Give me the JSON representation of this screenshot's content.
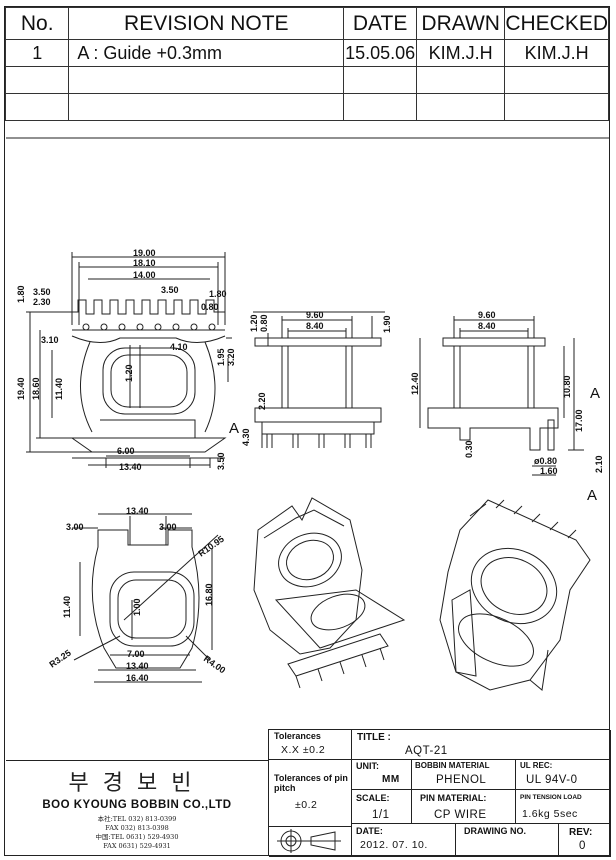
{
  "revision_table": {
    "headers": {
      "no": "No.",
      "note": "REVISION NOTE",
      "date": "DATE",
      "drawn": "DRAWN",
      "checked": "CHECKED"
    },
    "rows": [
      {
        "no": "1",
        "note": "A : Guide +0.3mm",
        "date": "15.05.06",
        "drawn": "KIM.J.H",
        "checked": "KIM.J.H"
      }
    ]
  },
  "dimensions": {
    "d19": "19.00",
    "d1810": "18.10",
    "d14": "14.00",
    "d350a": "3.50",
    "d350b": "3.50",
    "d230": "2.30",
    "d180a": "1.80",
    "d180b": "1.80",
    "d080a": "0.80",
    "d310": "3.10",
    "d410": "4.10",
    "d195": "1.95",
    "d320": "3.20",
    "d120a": "1.20",
    "d1940": "19.40",
    "d1860": "18.60",
    "d1140a": "11.40",
    "d600": "6.00",
    "d1340a": "13.40",
    "d350c": "3.50",
    "d120b": "1.20",
    "d080b": "0.80",
    "d960a": "9.60",
    "d840a": "8.40",
    "d190": "1.90",
    "d220": "2.20",
    "d430": "4.30",
    "d960b": "9.60",
    "d840b": "8.40",
    "d1240": "12.40",
    "d1080": "10.80",
    "d1700": "17.00",
    "d030": "0.30",
    "d080dia": "ø0.80",
    "d160": "1.60",
    "d210": "2.10",
    "d1340b": "13.40",
    "d300a": "3.00",
    "d300b": "3.00",
    "r1095": "R10.95",
    "d1140b": "11.40",
    "d1680": "16.80",
    "d100": "1.00",
    "r325": "R3.25",
    "d700": "7.00",
    "d1340c": "13.40",
    "d1640": "16.40",
    "r400": "R4.00"
  },
  "section_labels": {
    "a1": "A",
    "a2": "A",
    "a3": "A"
  },
  "title_block": {
    "tolerance_label": "Tolerances",
    "tolerance_value": "X.X  ±0.2",
    "pin_tol_label": "Tolerances of pin pitch",
    "pin_tol_value": "±0.2",
    "title_label": "TITLE :",
    "title_value": "AQT-21",
    "unit_label": "UNIT:",
    "unit_value": "MM",
    "bobbin_mat_label": "BOBBIN MATERIAL",
    "bobbin_mat_value": "PHENOL",
    "ul_label": "UL REC:",
    "ul_value": "UL 94V-0",
    "scale_label": "SCALE:",
    "scale_value": "1/1",
    "pin_mat_label": "PIN MATERIAL:",
    "pin_mat_value": "CP WIRE",
    "pin_load_label": "PIN TENSION LOAD",
    "pin_load_value": "1.6kg 5sec",
    "date_label": "DATE:",
    "date_value": "2012. 07. 10.",
    "drawing_no_label": "DRAWING NO.",
    "rev_label": "REV:",
    "rev_value": "0"
  },
  "company": {
    "name_kr": "부경보빈",
    "name_en": "BOO KYOUNG BOBBIN CO.,LTD",
    "addr1": "本社:TEL  032) 813-0399",
    "addr2": "FAX  032) 813-0398",
    "addr3": "中国:TEL 0631) 529-4930",
    "addr4": "FAX 0631) 529-4931"
  }
}
